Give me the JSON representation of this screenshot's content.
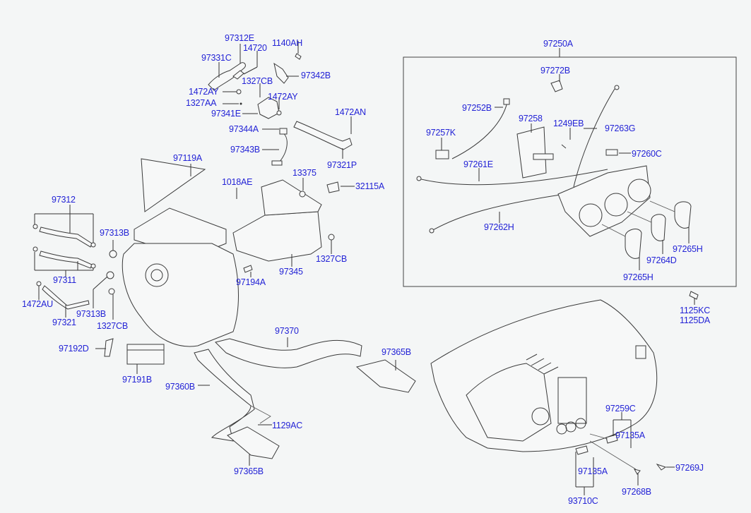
{
  "title": "Heater & A/C control assembly exploded parts diagram",
  "colors": {
    "label": "#2323d6",
    "line": "#333333",
    "background": "#f4f6f6"
  },
  "labels": {
    "97312E": "97312E",
    "14720": "14720",
    "97331C": "97331C",
    "1140AH": "1140AH",
    "97342B": "97342B",
    "1327CB_top": "1327CB",
    "1472AY_a": "1472AY",
    "1472AY_b": "1472AY",
    "1327AA": "1327AA",
    "97341E": "97341E",
    "1472AN": "1472AN",
    "97344A": "97344A",
    "97343B": "97343B",
    "97321P": "97321P",
    "97119A": "97119A",
    "1018AE": "1018AE",
    "13375": "13375",
    "32115A": "32115A",
    "97312": "97312",
    "97313B_a": "97313B",
    "97311": "97311",
    "97313B_b": "97313B",
    "1472AU": "1472AU",
    "97321": "97321",
    "1327CB_left": "1327CB",
    "1327CB_duct": "1327CB",
    "97345": "97345",
    "97194A": "97194A",
    "97192D": "97192D",
    "97191B": "97191B",
    "97370": "97370",
    "97365B_a": "97365B",
    "97360B": "97360B",
    "1129AC": "1129AC",
    "97365B_b": "97365B",
    "97250A": "97250A",
    "97272B": "97272B",
    "97252B": "97252B",
    "97258": "97258",
    "1249EB": "1249EB",
    "97263G": "97263G",
    "97257K": "97257K",
    "97260C": "97260C",
    "97261E": "97261E",
    "97262H": "97262H",
    "97265H_a": "97265H",
    "97264D": "97264D",
    "97265H_b": "97265H",
    "1125KC": "1125KC",
    "1125DA": "1125DA",
    "97259C": "97259C",
    "97135A_a": "97135A",
    "97135A_b": "97135A",
    "97269J": "97269J",
    "97268B": "97268B",
    "93710C": "93710C"
  }
}
